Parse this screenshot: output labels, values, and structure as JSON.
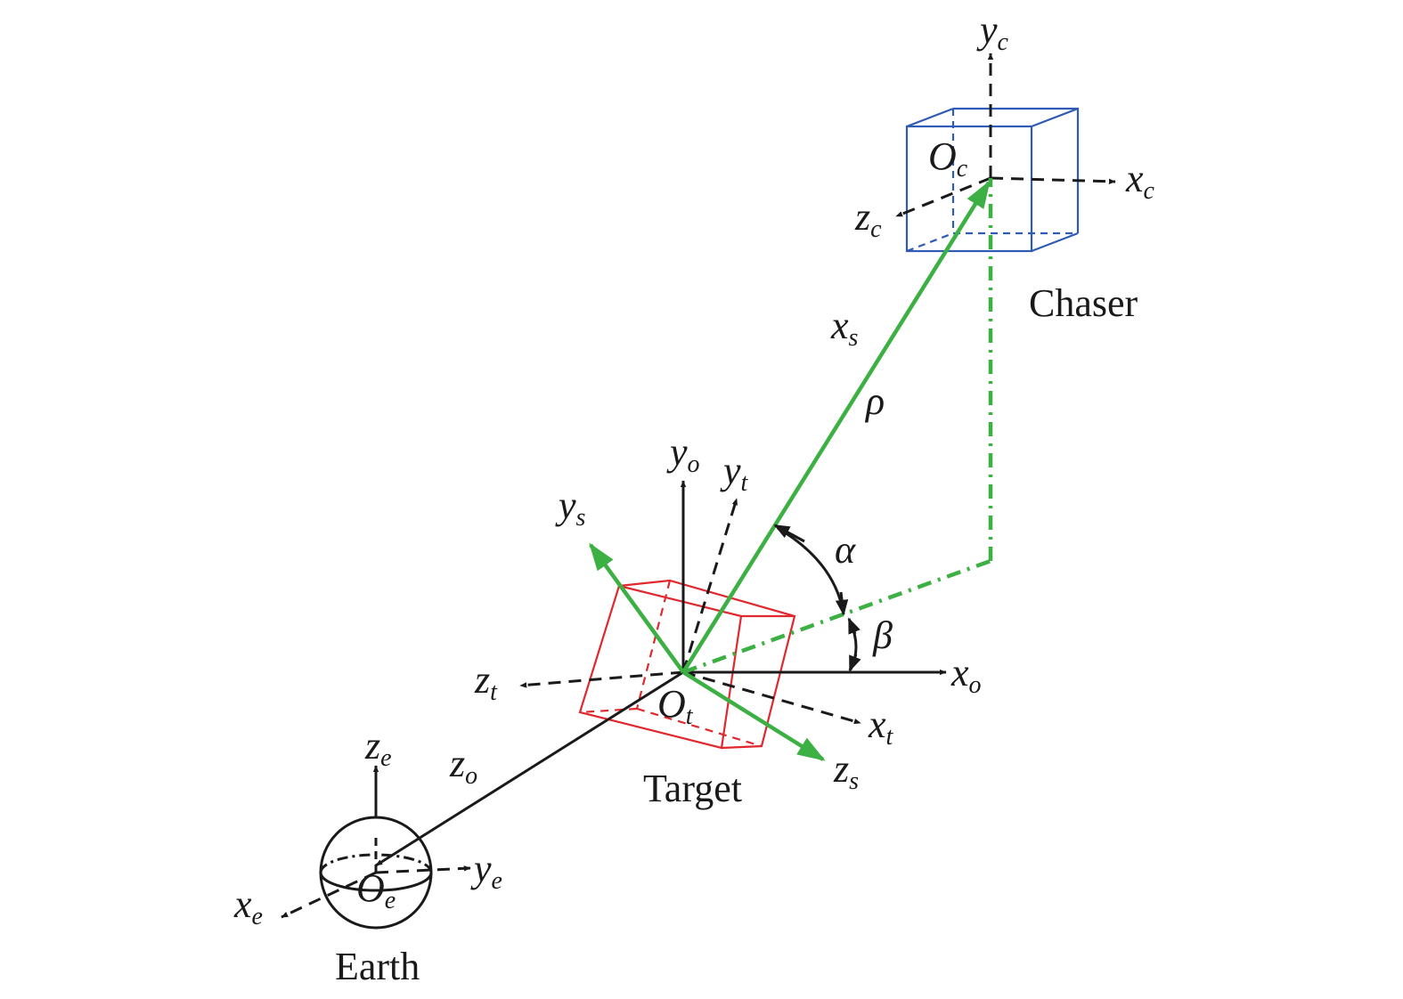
{
  "labels": {
    "yc": {
      "base": "y",
      "sub": "c"
    },
    "xc": {
      "base": "x",
      "sub": "c"
    },
    "zc": {
      "base": "z",
      "sub": "c"
    },
    "Oc": {
      "base": "O",
      "sub": "c"
    },
    "xs": {
      "base": "x",
      "sub": "s"
    },
    "ys": {
      "base": "y",
      "sub": "s"
    },
    "zs": {
      "base": "z",
      "sub": "s"
    },
    "yo": {
      "base": "y",
      "sub": "o"
    },
    "xo": {
      "base": "x",
      "sub": "o"
    },
    "zo": {
      "base": "z",
      "sub": "o"
    },
    "yt": {
      "base": "y",
      "sub": "t"
    },
    "xt": {
      "base": "x",
      "sub": "t"
    },
    "zt": {
      "base": "z",
      "sub": "t"
    },
    "Ot": {
      "base": "O",
      "sub": "t"
    },
    "ze": {
      "base": "z",
      "sub": "e"
    },
    "ye": {
      "base": "y",
      "sub": "e"
    },
    "xe": {
      "base": "x",
      "sub": "e"
    },
    "Oe": {
      "base": "O",
      "sub": "e"
    },
    "rho": "ρ",
    "alpha": "α",
    "beta": "β"
  },
  "names": {
    "chaser": "Chaser",
    "target": "Target",
    "earth": "Earth"
  },
  "colors": {
    "axis": "#1a1a1a",
    "relative_vector": "#3cb043",
    "target_body": "#e0282e",
    "chaser_body": "#2f5bb5"
  }
}
